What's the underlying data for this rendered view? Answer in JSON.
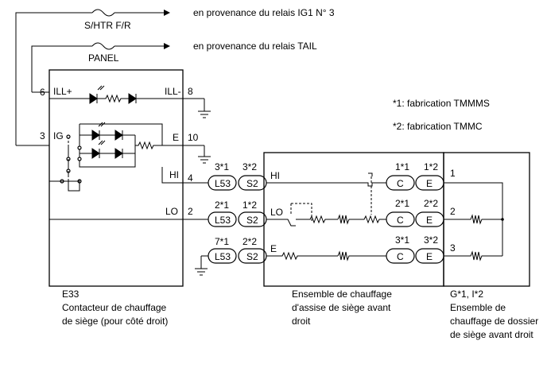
{
  "fuses": [
    {
      "label": "S/HTR F/R",
      "source": "en provenance du relais IG1 N° 3"
    },
    {
      "label": "PANEL",
      "source": "en provenance du relais TAIL"
    }
  ],
  "notes": [
    "*1: fabrication TMMMS",
    "*2: fabrication TMMC"
  ],
  "switch": {
    "code": "E33",
    "name_line1": "Contacteur de chauffage",
    "name_line2": "de siège (pour côté droit)",
    "pins": [
      {
        "num": "6",
        "name": "ILL+"
      },
      {
        "num": "8",
        "name": "ILL-"
      },
      {
        "num": "3",
        "name": "IG"
      },
      {
        "num": "10",
        "name": "E"
      },
      {
        "num": "4",
        "name": "HI"
      },
      {
        "num": "2",
        "name": "LO"
      }
    ]
  },
  "connector_labels": {
    "a1": "3*1",
    "a2": "3*2",
    "b1": "2*1",
    "b2": "1*2",
    "c1": "7*1",
    "c2": "2*2",
    "d1": "1*1",
    "d2": "1*2",
    "e1": "2*1",
    "e2": "2*2",
    "f1": "3*1",
    "f2": "3*2"
  },
  "connectors": {
    "l53": "L53",
    "s2": "S2",
    "c": "C",
    "e": "E"
  },
  "cushion": {
    "hi": "HI",
    "lo": "LO",
    "e": "E",
    "name_line1": "Ensemble de chauffage",
    "name_line2": "d'assise de siège avant",
    "name_line3": "droit"
  },
  "back": {
    "code": "G*1, I*2",
    "name_line1": "Ensemble de",
    "name_line2": "chauffage de dossier",
    "name_line3": "de siège avant droit",
    "pins": [
      "1",
      "2",
      "3"
    ]
  }
}
